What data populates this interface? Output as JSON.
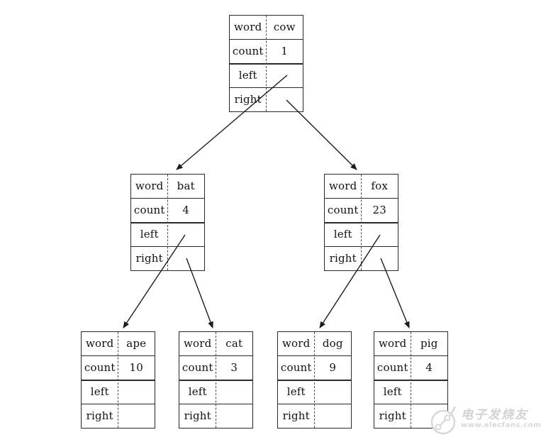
{
  "diagram": {
    "field_labels": [
      "word",
      "count",
      "left",
      "right"
    ],
    "nodes": [
      {
        "id": "cow",
        "word": "cow",
        "count": "1"
      },
      {
        "id": "bat",
        "word": "bat",
        "count": "4"
      },
      {
        "id": "fox",
        "word": "fox",
        "count": "23"
      },
      {
        "id": "ape",
        "word": "ape",
        "count": "10"
      },
      {
        "id": "cat",
        "word": "cat",
        "count": "3"
      },
      {
        "id": "dog",
        "word": "dog",
        "count": "9"
      },
      {
        "id": "pig",
        "word": "pig",
        "count": "4"
      }
    ],
    "edges": [
      {
        "from": "cow",
        "pointer": "left",
        "to": "bat"
      },
      {
        "from": "cow",
        "pointer": "right",
        "to": "fox"
      },
      {
        "from": "bat",
        "pointer": "left",
        "to": "ape"
      },
      {
        "from": "bat",
        "pointer": "right",
        "to": "cat"
      },
      {
        "from": "fox",
        "pointer": "left",
        "to": "dog"
      },
      {
        "from": "fox",
        "pointer": "right",
        "to": "pig"
      }
    ],
    "colors": {
      "line": "#1c1c1c",
      "text": "#111111",
      "background": "#ffffff"
    }
  },
  "watermark": {
    "brand": "电子发烧友",
    "url": "www.elecfans.com",
    "color": "#d2d2d2",
    "logo_icon": "circuit-diode-icon"
  }
}
